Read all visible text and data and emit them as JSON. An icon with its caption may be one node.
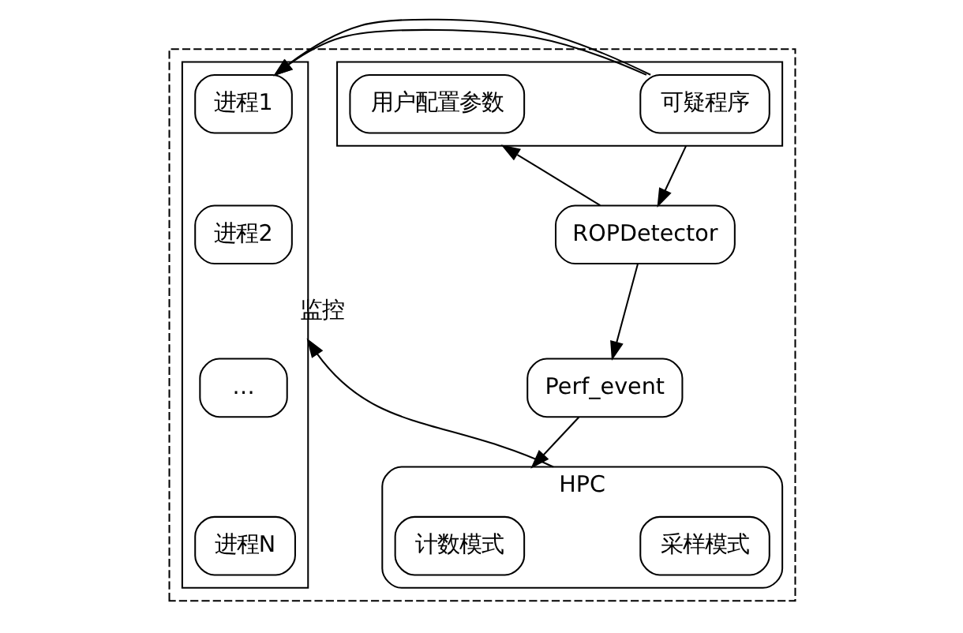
{
  "diagram": {
    "nodes": [
      {
        "text": [],
        "shape": "box"
      },
      {
        "text": [],
        "shape": "box",
        "in": 0
      },
      {
        "text": [
          "用户配置参数"
        ],
        "in": 1
      },
      {
        "text": [
          "可疑程序"
        ],
        "in": 1
      },
      {
        "text": [],
        "shape": "box",
        "in": 0
      },
      {
        "text": [
          "进程1"
        ],
        "in": 4
      },
      {
        "text": [
          "进程2"
        ],
        "in": 4
      },
      {
        "text": [
          "…"
        ],
        "in": 4
      },
      {
        "text": [
          "进程N"
        ],
        "in": 4
      },
      {
        "text": [
          "Perf_event"
        ],
        "in": 0
      },
      {
        "text": [
          "ROPDetector"
        ],
        "in": 0
      },
      {
        "text": [
          "HPC"
        ],
        "in": 0
      },
      {
        "text": [
          "计数模式"
        ],
        "in": 11
      },
      {
        "text": [
          "采样模式"
        ],
        "in": 11
      }
    ],
    "edges": [
      {
        "from": 1,
        "to": 4,
        "arrow": "to"
      },
      {
        "from": 1,
        "to": 10,
        "arrow": "to"
      },
      {
        "from": 10,
        "to": 1,
        "arrow": "to"
      },
      {
        "from": 10,
        "to": 9,
        "arrow": "to"
      },
      {
        "from": 9,
        "to": 11,
        "arrow": "to"
      },
      {
        "from": 11,
        "to": 4,
        "label": "监控",
        "arrow": "to"
      }
    ]
  }
}
